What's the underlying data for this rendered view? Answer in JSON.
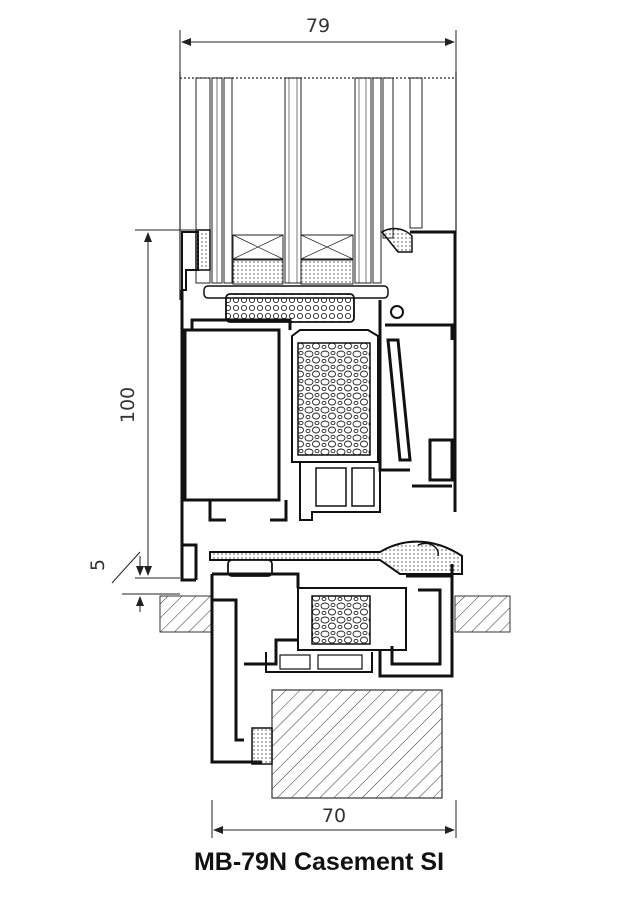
{
  "dimensions": {
    "top_width": "79",
    "frame_height": "100",
    "gap": "5",
    "bottom_width": "70"
  },
  "caption": "MB-79N Casement SI"
}
